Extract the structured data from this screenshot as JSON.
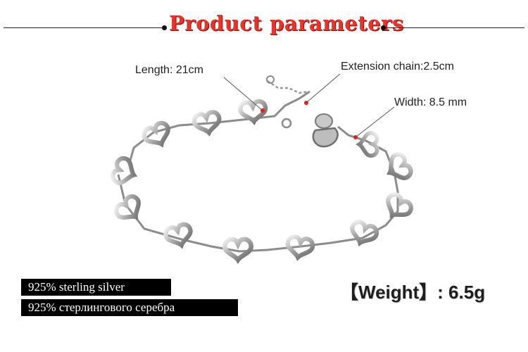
{
  "header": {
    "title": "Product parameters"
  },
  "annotations": {
    "length": "Length: 21cm",
    "extension": "Extension chain:2.5cm",
    "width": "Width:  8.5 mm"
  },
  "badges": {
    "material_en": "925% sterling silver",
    "material_ru": "925% стерлингового серебра"
  },
  "weight": {
    "text": "【Weight】: 6.5g"
  },
  "colors": {
    "title": "#e8342a",
    "marker": "#e0201c"
  }
}
